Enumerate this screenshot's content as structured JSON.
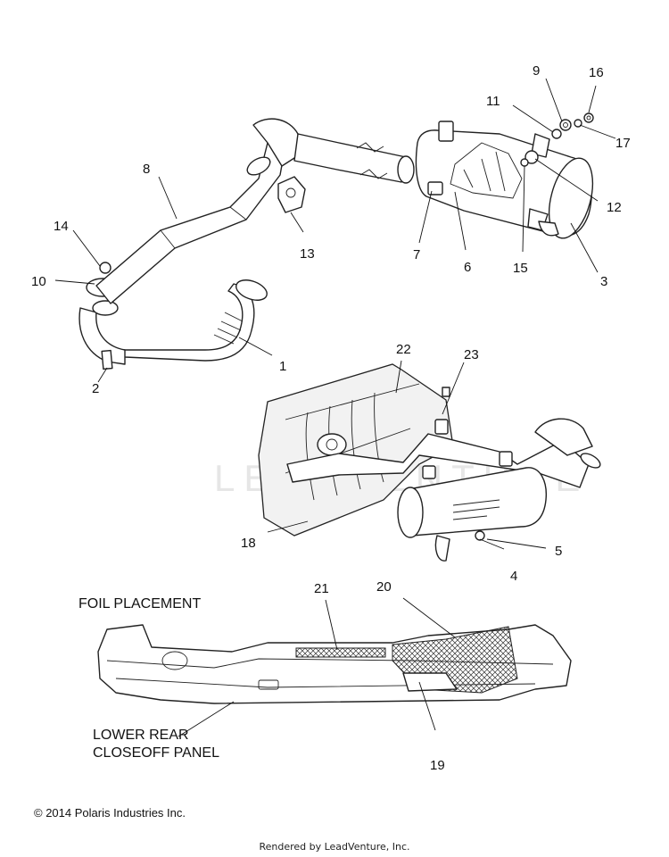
{
  "callouts": {
    "c1": "1",
    "c2": "2",
    "c3": "3",
    "c4": "4",
    "c5": "5",
    "c6": "6",
    "c7": "7",
    "c8": "8",
    "c9": "9",
    "c10": "10",
    "c11": "11",
    "c12": "12",
    "c13": "13",
    "c14": "14",
    "c15": "15",
    "c16": "16",
    "c17": "17",
    "c18": "18",
    "c19": "19",
    "c20": "20",
    "c21": "21",
    "c22": "22",
    "c23": "23"
  },
  "labels": {
    "foil_placement": "FOIL PLACEMENT",
    "panel_line1": "LOWER REAR",
    "panel_line2": "CLOSEOFF PANEL"
  },
  "watermark": "LEADVENTURE",
  "footer": {
    "copyright": "© 2014 Polaris Industries Inc.",
    "rendered_by": "Rendered by LeadVenture, Inc."
  }
}
